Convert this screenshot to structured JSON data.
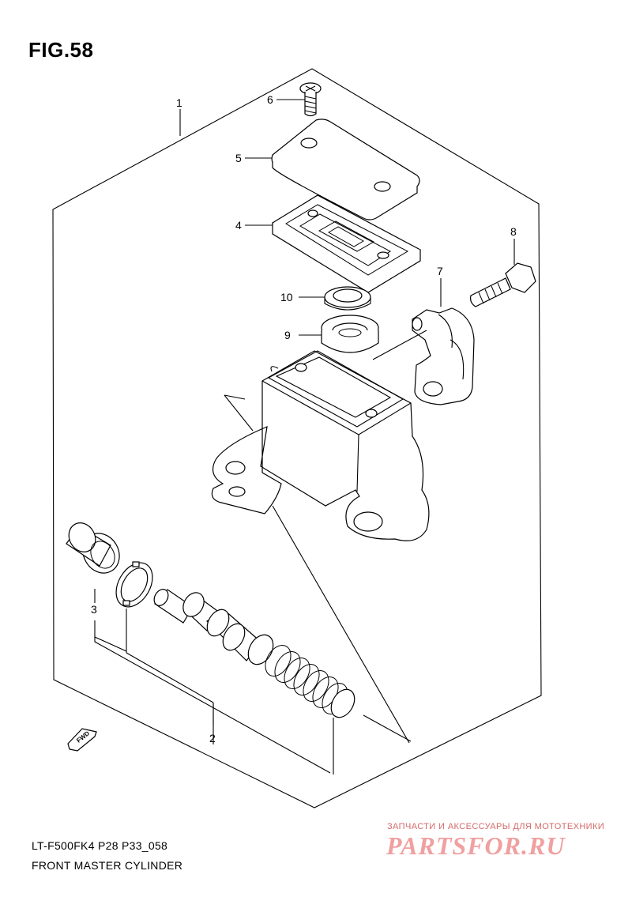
{
  "figure": {
    "title": "FIG.58"
  },
  "callouts": [
    {
      "id": "1",
      "label": "1"
    },
    {
      "id": "2",
      "label": "2"
    },
    {
      "id": "3",
      "label": "3"
    },
    {
      "id": "4",
      "label": "4"
    },
    {
      "id": "5",
      "label": "5"
    },
    {
      "id": "6",
      "label": "6"
    },
    {
      "id": "7",
      "label": "7"
    },
    {
      "id": "8",
      "label": "8"
    },
    {
      "id": "9",
      "label": "9"
    },
    {
      "id": "10",
      "label": "10"
    }
  ],
  "fwd_marker": {
    "label": "FWD"
  },
  "footer": {
    "code": "LT-F500FK4 P28 P33_058",
    "name": "FRONT MASTER CYLINDER"
  },
  "watermark": {
    "tagline": "ЗАПЧАСТИ И АКСЕССУАРЫ ДЛЯ МОТОТЕХНИКИ",
    "brand": "PARTSFOR.RU"
  }
}
